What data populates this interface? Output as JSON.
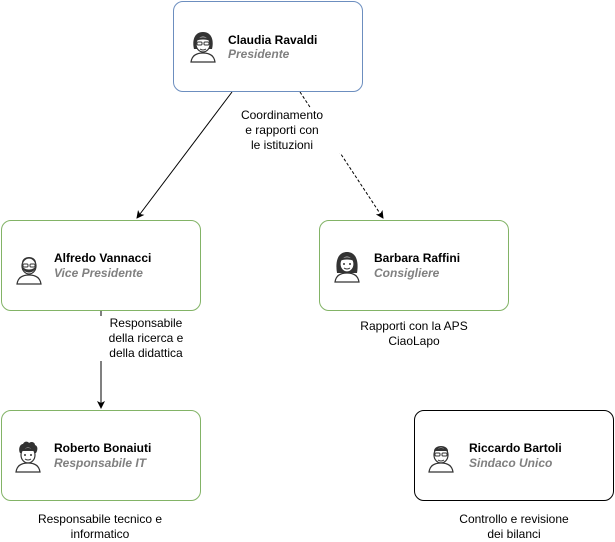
{
  "nodes": {
    "claudia": {
      "name": "Claudia Ravaldi",
      "role": "Presidente"
    },
    "alfredo": {
      "name": "Alfredo Vannacci",
      "role": "Vice Presidente"
    },
    "barbara": {
      "name": "Barbara Raffini",
      "role": "Consigliere"
    },
    "roberto": {
      "name": "Roberto Bonaiuti",
      "role": "Responsabile IT"
    },
    "riccardo": {
      "name": "Riccardo Bartoli",
      "role": "Sindaco Unico"
    }
  },
  "labels": {
    "coordinamento": [
      "Coordinamento",
      "e rapporti con",
      "le istituzioni"
    ],
    "ricerca": [
      "Responsabile",
      "della ricerca e",
      "della didattica"
    ],
    "aps": [
      "Rapporti con la APS",
      "CiaoLapo"
    ],
    "tecnico": [
      "Responsabile tecnico e",
      "informatico"
    ],
    "controllo": [
      "Controllo e revisione",
      "dei bilanci"
    ]
  },
  "colors": {
    "green_border": "#82b366",
    "blue_border": "#6c8ebf",
    "black_border": "#000000",
    "role_text": "#808080"
  }
}
